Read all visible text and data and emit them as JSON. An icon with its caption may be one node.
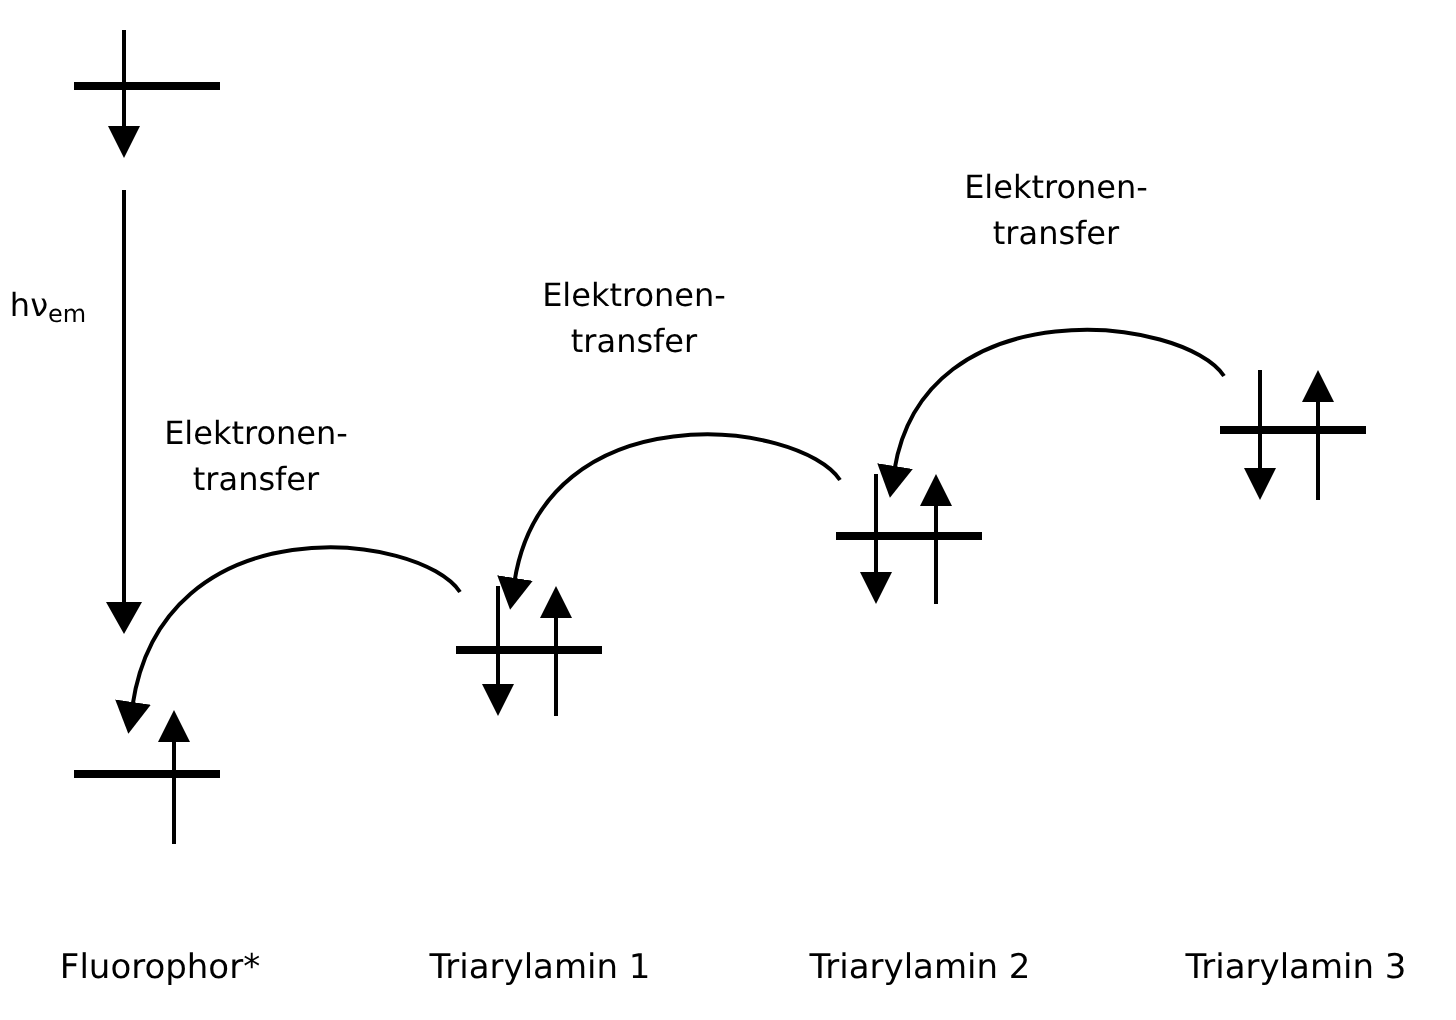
{
  "diagram": {
    "nodes": [
      {
        "text": [],
        "shape": "bar"
      },
      {
        "text": [],
        "shape": "bar"
      },
      {
        "text": [],
        "shape": "bar"
      },
      {
        "text": [],
        "shape": "bar"
      },
      {
        "text": [],
        "shape": "bar"
      }
    ],
    "edges": [
      {
        "from": 0,
        "to": 1,
        "arrow": "to",
        "label": "hν$_{em}$"
      },
      {
        "from": 2,
        "to": 1,
        "arrow": "to",
        "label": "Elektronen- transfer"
      },
      {
        "from": 3,
        "to": 2,
        "arrow": "to",
        "label": "Elektronen- transfer"
      },
      {
        "from": 4,
        "to": 3,
        "arrow": "to",
        "label": "Elektronen- transfer"
      }
    ],
    "labels": [
      "Fluorophor*",
      "Triarylamin 1",
      "Triarylamin 2",
      "Triarylamin 3"
    ]
  }
}
